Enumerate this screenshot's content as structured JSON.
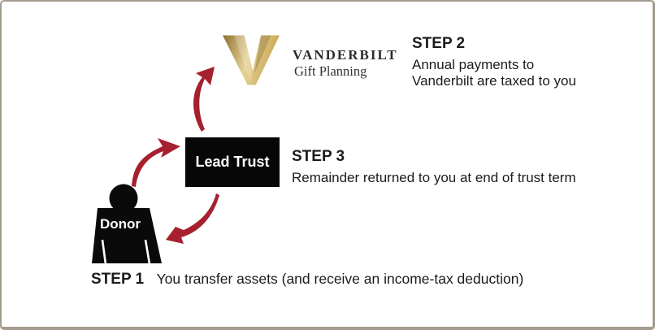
{
  "colors": {
    "arrow_red": "#A6202E",
    "node_black": "#0A0A0A",
    "text_dark": "#1C1B1A",
    "border_tan": "#A49B8F",
    "label_white": "#FFFFFF"
  },
  "logo": {
    "wordmark": "VANDERBILT",
    "subtitle": "Gift Planning",
    "gold_dark": "#8E6F2E",
    "gold_light": "#E6D296",
    "gold_mid": "#C9A752"
  },
  "nodes": {
    "lead_trust": {
      "label": "Lead Trust"
    },
    "donor": {
      "label": "Donor"
    }
  },
  "steps": {
    "step1": {
      "label": "STEP 1",
      "text": "You transfer assets (and receive an income-tax deduction)"
    },
    "step2": {
      "label": "STEP 2",
      "line1": "Annual payments to",
      "line2": "Vanderbilt are taxed to you"
    },
    "step3": {
      "label": "STEP 3",
      "text": "Remainder returned to you at end of trust term"
    }
  }
}
